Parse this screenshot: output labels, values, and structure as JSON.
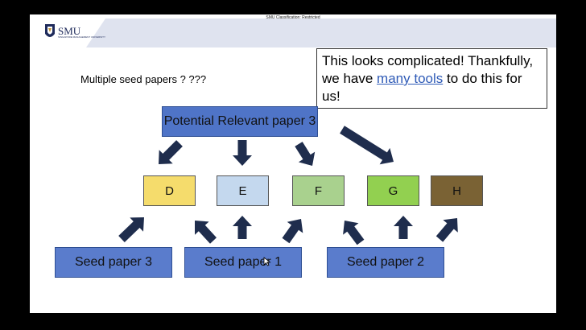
{
  "header": {
    "classification": "SMU Classification: Restricted",
    "logo_text": "SMU",
    "logo_subtext": "SINGAPORE MANAGEMENT UNIVERSITY"
  },
  "slide": {
    "question": "Multiple seed papers ? ???",
    "callout": {
      "before": "This looks complicated! Thankfully, we have ",
      "link": "many tools",
      "after": " to do this for us!"
    },
    "potential_paper": "Potential Relevant paper 3",
    "nodes": [
      {
        "label": "D",
        "color": "#f5dc6c"
      },
      {
        "label": "E",
        "color": "#c4d8ee"
      },
      {
        "label": "F",
        "color": "#a9d18e"
      },
      {
        "label": "G",
        "color": "#92d050"
      },
      {
        "label": "H",
        "color": "#7a6234"
      }
    ],
    "seeds": [
      "Seed paper 3",
      "Seed paper 1",
      "Seed paper 2"
    ]
  },
  "colors": {
    "arrow": "#1f2d4d",
    "seed_box": "#5a7ccc",
    "potential_box": "#4f74c7",
    "banner": "#dfe3ef"
  }
}
